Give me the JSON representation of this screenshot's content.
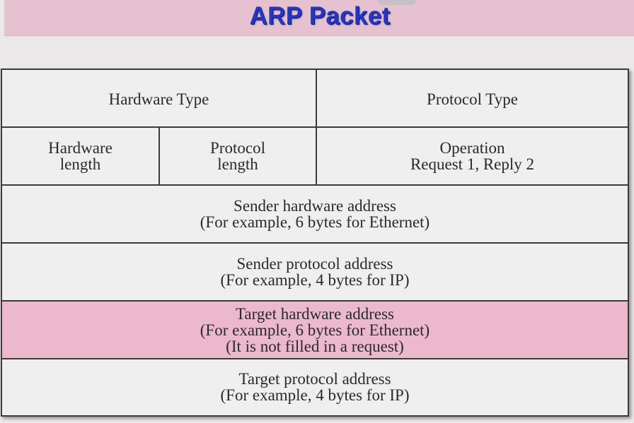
{
  "slide": {
    "title": "ARP Packet"
  },
  "packet": {
    "row1": {
      "hardware_type": "Hardware Type",
      "protocol_type": "Protocol Type"
    },
    "row2": {
      "hardware_length": [
        "Hardware",
        "length"
      ],
      "protocol_length": [
        "Protocol",
        "length"
      ],
      "operation": [
        "Operation",
        "Request 1, Reply 2"
      ]
    },
    "sender_hardware_address": [
      "Sender hardware address",
      "(For example, 6 bytes for Ethernet)"
    ],
    "sender_protocol_address": [
      "Sender protocol address",
      "(For example, 4 bytes for IP)"
    ],
    "target_hardware_address": [
      "Target hardware address",
      "(For example, 6 bytes for Ethernet)",
      "(It is not filled in a request)"
    ],
    "target_protocol_address": [
      "Target protocol address",
      "(For example, 4 bytes for IP)"
    ]
  },
  "colors": {
    "title_text": "#2436c8",
    "title_band": "#e6c2d0",
    "highlight_row": "#ecb8cd",
    "border": "#3a3a3a"
  }
}
